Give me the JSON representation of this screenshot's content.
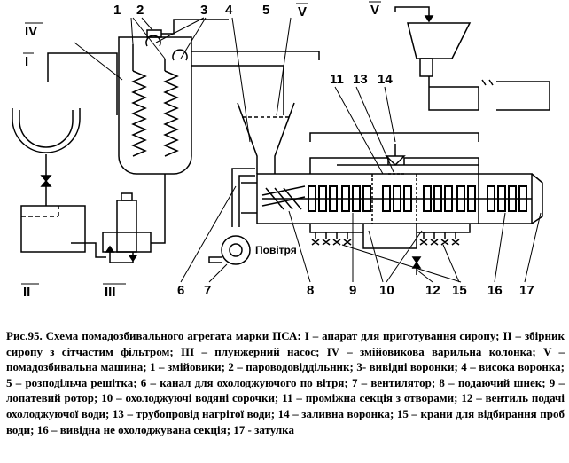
{
  "labels": {
    "roman_I": "I",
    "roman_II": "II",
    "roman_III": "III",
    "roman_IV": "IV",
    "roman_V_upper": "V",
    "roman_V_right": "V",
    "n1": "1",
    "n2": "2",
    "n3": "3",
    "n4": "4",
    "n5": "5",
    "n6": "6",
    "n7": "7",
    "n8": "8",
    "n9": "9",
    "n10": "10",
    "n11": "11",
    "n12": "12",
    "n13": "13",
    "n14": "14",
    "n15": "15",
    "n16": "16",
    "n17": "17",
    "air": "Повітря"
  },
  "caption": "Рис.95. Схема помадозбивального агрегата марки ПСА: I – апарат для приготування сиропу; II – збірник сиропу з сітчастим фільтром; III – плунжерний насос; IV – змійовикова варильна колонка; V – помадозбивальна машина; 1 – змійовики; 2 – пароводовіддільник; 3- вивідні воронки; 4 – висока воронка; 5 – розподільча решітка; 6 – канал для охолоджуючого по вітря; 7 – вентилятор; 8 – подаючий шнек; 9 – лопатевий ротор; 10 – охолоджуючі водяні сорочки; 11 – проміжна секція з отворами; 12 – вентиль подачі охолоджуючої води; 13 – трубопровід нагрітої води; 14 – заливна воронка; 15 – крани для відбирання проб води; 16 – вивідна не охолоджувана секція; 17 - затулка"
}
